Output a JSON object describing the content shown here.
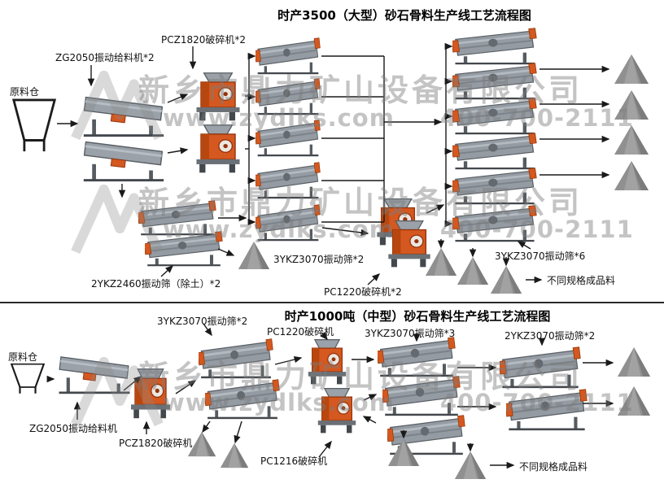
{
  "colors": {
    "machine_orange": "#d4581f",
    "machine_gray": "#949ba2",
    "watermark_gray": "#8a8a8a"
  },
  "watermark": {
    "company": "新乡市鼎力矿山设备有限公司",
    "site": "www.zydlks.com",
    "phone": "400-700-2111"
  },
  "top": {
    "title": "时产3500（大型）砂石骨料生产线工艺流程图",
    "labels": {
      "raw_bin": "原料仓",
      "feeder": "ZG2050振动给料机*2",
      "primary_crusher": "PCZ1820破碎机*2",
      "mid_screen": "3YKZ3070振动筛*2",
      "soil_screen": "2YKZ2460振动筛（除土）*2",
      "secondary_crusher": "PC1220破碎机*2",
      "right_screen": "3YKZ3070振动筛*6",
      "product": "不同规格成品料"
    }
  },
  "bottom": {
    "title": "时产1000吨（中型）砂石骨料生产线工艺流程图",
    "labels": {
      "raw_bin": "原料仓",
      "feeder": "ZG2050振动给料机",
      "primary_crusher": "PCZ1820破碎机",
      "screen_a": "3YKZ3070振动筛*2",
      "secondary_crusher": "PC1220破碎机",
      "screen_b": "3YKZ3070振动筛*3",
      "screen_c": "2YKZ3070振动筛*2",
      "tertiary_crusher": "PC1216破碎机",
      "product": "不同规格成品料"
    }
  }
}
